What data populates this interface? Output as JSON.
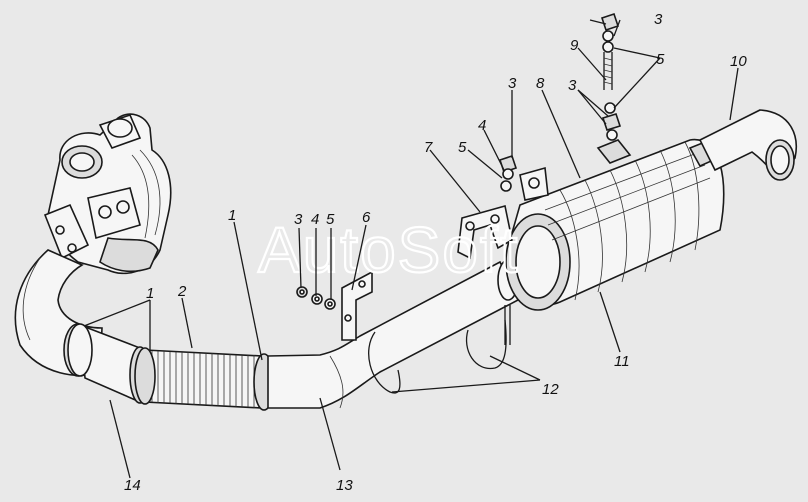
{
  "watermark": "AutoSoft",
  "callouts": [
    {
      "id": "c1a",
      "text": "1"
    },
    {
      "id": "c1b",
      "text": "1"
    },
    {
      "id": "c2",
      "text": "2"
    },
    {
      "id": "c3a",
      "text": "3"
    },
    {
      "id": "c4a",
      "text": "4"
    },
    {
      "id": "c5a",
      "text": "5"
    },
    {
      "id": "c6",
      "text": "6"
    },
    {
      "id": "c7",
      "text": "7"
    },
    {
      "id": "c5b",
      "text": "5"
    },
    {
      "id": "c4b",
      "text": "4"
    },
    {
      "id": "c3b",
      "text": "3"
    },
    {
      "id": "c8",
      "text": "8"
    },
    {
      "id": "c3c",
      "text": "3"
    },
    {
      "id": "c9",
      "text": "9"
    },
    {
      "id": "c3d",
      "text": "3"
    },
    {
      "id": "c5c",
      "text": "5"
    },
    {
      "id": "c10",
      "text": "10"
    },
    {
      "id": "c11",
      "text": "11"
    },
    {
      "id": "c12",
      "text": "12"
    },
    {
      "id": "c13",
      "text": "13"
    },
    {
      "id": "c14",
      "text": "14"
    }
  ]
}
